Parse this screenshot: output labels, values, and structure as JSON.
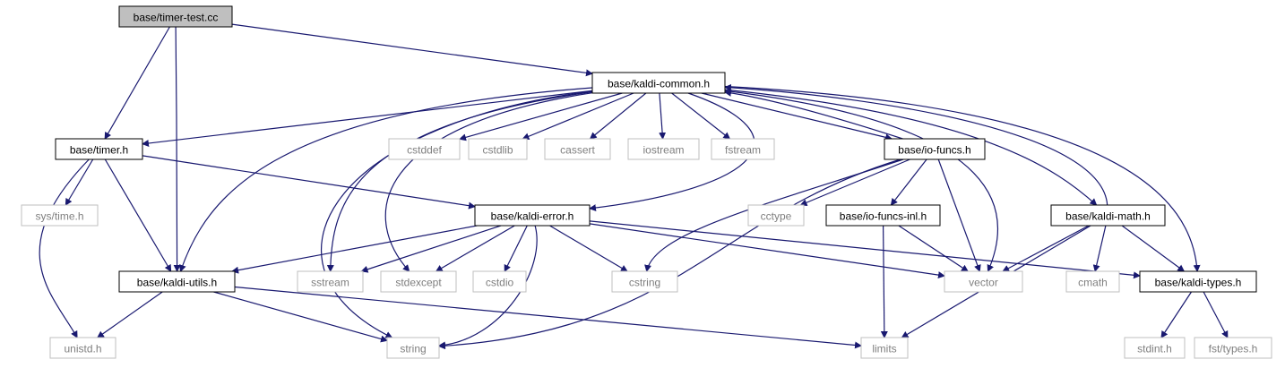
{
  "colors": {
    "edge": "#191970",
    "box_stroke_documented": "#000000",
    "box_stroke_system": "#bfbfbf",
    "text_documented": "#000000",
    "text_system": "#7f7f7f",
    "root_fill": "#bfbfbf",
    "fill": "#ffffff"
  },
  "nodes": {
    "timer_test": {
      "label": "base/timer-test.cc",
      "kind": "root"
    },
    "kaldi_common": {
      "label": "base/kaldi-common.h",
      "kind": "documented"
    },
    "timer_h": {
      "label": "base/timer.h",
      "kind": "documented"
    },
    "kaldi_utils": {
      "label": "base/kaldi-utils.h",
      "kind": "documented"
    },
    "kaldi_error": {
      "label": "base/kaldi-error.h",
      "kind": "documented"
    },
    "io_funcs": {
      "label": "base/io-funcs.h",
      "kind": "documented"
    },
    "io_funcs_inl": {
      "label": "base/io-funcs-inl.h",
      "kind": "documented"
    },
    "kaldi_math": {
      "label": "base/kaldi-math.h",
      "kind": "documented"
    },
    "kaldi_types": {
      "label": "base/kaldi-types.h",
      "kind": "documented"
    },
    "cstddef": {
      "label": "cstddef",
      "kind": "system"
    },
    "cstdlib": {
      "label": "cstdlib",
      "kind": "system"
    },
    "cassert": {
      "label": "cassert",
      "kind": "system"
    },
    "iostream": {
      "label": "iostream",
      "kind": "system"
    },
    "fstream": {
      "label": "fstream",
      "kind": "system"
    },
    "sys_time": {
      "label": "sys/time.h",
      "kind": "system"
    },
    "cctype": {
      "label": "cctype",
      "kind": "system"
    },
    "sstream": {
      "label": "sstream",
      "kind": "system"
    },
    "stdexcept": {
      "label": "stdexcept",
      "kind": "system"
    },
    "cstdio": {
      "label": "cstdio",
      "kind": "system"
    },
    "cstring": {
      "label": "cstring",
      "kind": "system"
    },
    "vector": {
      "label": "vector",
      "kind": "system"
    },
    "cmath": {
      "label": "cmath",
      "kind": "system"
    },
    "unistd": {
      "label": "unistd.h",
      "kind": "system"
    },
    "string": {
      "label": "string",
      "kind": "system"
    },
    "limits": {
      "label": "limits",
      "kind": "system"
    },
    "stdint": {
      "label": "stdint.h",
      "kind": "system"
    },
    "fst_types": {
      "label": "fst/types.h",
      "kind": "system"
    }
  },
  "edges": [
    [
      "timer_test",
      "kaldi_common"
    ],
    [
      "timer_test",
      "timer_h"
    ],
    [
      "timer_test",
      "kaldi_utils"
    ],
    [
      "kaldi_common",
      "cstddef"
    ],
    [
      "kaldi_common",
      "cstdlib"
    ],
    [
      "kaldi_common",
      "cassert"
    ],
    [
      "kaldi_common",
      "iostream"
    ],
    [
      "kaldi_common",
      "fstream"
    ],
    [
      "kaldi_common",
      "sstream"
    ],
    [
      "kaldi_common",
      "stdexcept"
    ],
    [
      "kaldi_common",
      "string"
    ],
    [
      "kaldi_common",
      "vector"
    ],
    [
      "kaldi_common",
      "timer_h"
    ],
    [
      "kaldi_common",
      "kaldi_utils"
    ],
    [
      "kaldi_common",
      "kaldi_error"
    ],
    [
      "kaldi_common",
      "io_funcs"
    ],
    [
      "kaldi_common",
      "kaldi_math"
    ],
    [
      "kaldi_common",
      "kaldi_types"
    ],
    [
      "timer_h",
      "sys_time"
    ],
    [
      "timer_h",
      "unistd"
    ],
    [
      "timer_h",
      "kaldi_utils"
    ],
    [
      "timer_h",
      "kaldi_error"
    ],
    [
      "kaldi_utils",
      "unistd"
    ],
    [
      "kaldi_utils",
      "string"
    ],
    [
      "kaldi_utils",
      "limits"
    ],
    [
      "kaldi_error",
      "kaldi_utils"
    ],
    [
      "kaldi_error",
      "sstream"
    ],
    [
      "kaldi_error",
      "stdexcept"
    ],
    [
      "kaldi_error",
      "cstdio"
    ],
    [
      "kaldi_error",
      "cstring"
    ],
    [
      "kaldi_error",
      "string"
    ],
    [
      "kaldi_error",
      "vector"
    ],
    [
      "kaldi_error",
      "kaldi_types"
    ],
    [
      "io_funcs",
      "kaldi_common"
    ],
    [
      "io_funcs",
      "cctype"
    ],
    [
      "io_funcs",
      "io_funcs_inl"
    ],
    [
      "io_funcs",
      "vector"
    ],
    [
      "io_funcs",
      "string"
    ],
    [
      "io_funcs",
      "cstring"
    ],
    [
      "io_funcs_inl",
      "limits"
    ],
    [
      "io_funcs_inl",
      "vector"
    ],
    [
      "kaldi_math",
      "kaldi_common"
    ],
    [
      "kaldi_math",
      "cmath"
    ],
    [
      "kaldi_math",
      "limits"
    ],
    [
      "kaldi_math",
      "vector"
    ],
    [
      "kaldi_math",
      "kaldi_types"
    ],
    [
      "kaldi_types",
      "stdint"
    ],
    [
      "kaldi_types",
      "fst_types"
    ]
  ]
}
